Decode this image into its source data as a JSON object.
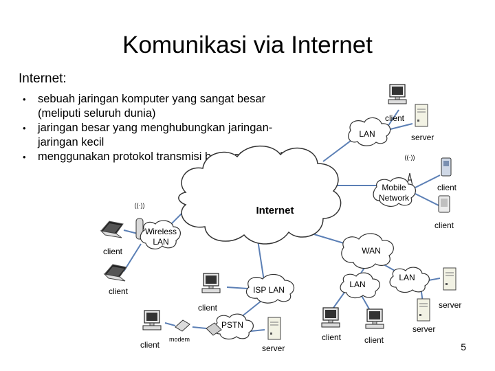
{
  "slide": {
    "title": "Komunikasi via Internet",
    "subtitle": "Internet:",
    "bullets": [
      "sebuah jaringan komputer yang sangat besar (meliputi seluruh dunia)",
      "jaringan besar yang menghubungkan jaringan-jaringan kecil",
      "menggunakan protokol transmisi berbasis TCP/IP"
    ],
    "page_number": "5"
  },
  "diagram": {
    "internet": "Internet",
    "lan_top": "LAN",
    "client_top": "client",
    "server_top": "server",
    "mobile_line1": "Mobile",
    "mobile_line2": "Network",
    "client_phone": "client",
    "client_pda": "client",
    "wireless_line1": "Wireless",
    "wireless_line2": "LAN",
    "client_laptop1": "client",
    "client_laptop2": "client",
    "wan": "WAN",
    "isp_lan": "ISP LAN",
    "lan_mid": "LAN",
    "lan_right": "LAN",
    "client_isp": "client",
    "pstn": "PSTN",
    "modem": "modem",
    "client_modem": "client",
    "server_isp": "server",
    "client_lan_mid1": "client",
    "client_lan_mid2": "client",
    "server_right1": "server",
    "server_right2": "server",
    "colors": {
      "link": "#5b7fb5",
      "cloud": "#ffffff",
      "cloud_stroke": "#333333"
    }
  }
}
